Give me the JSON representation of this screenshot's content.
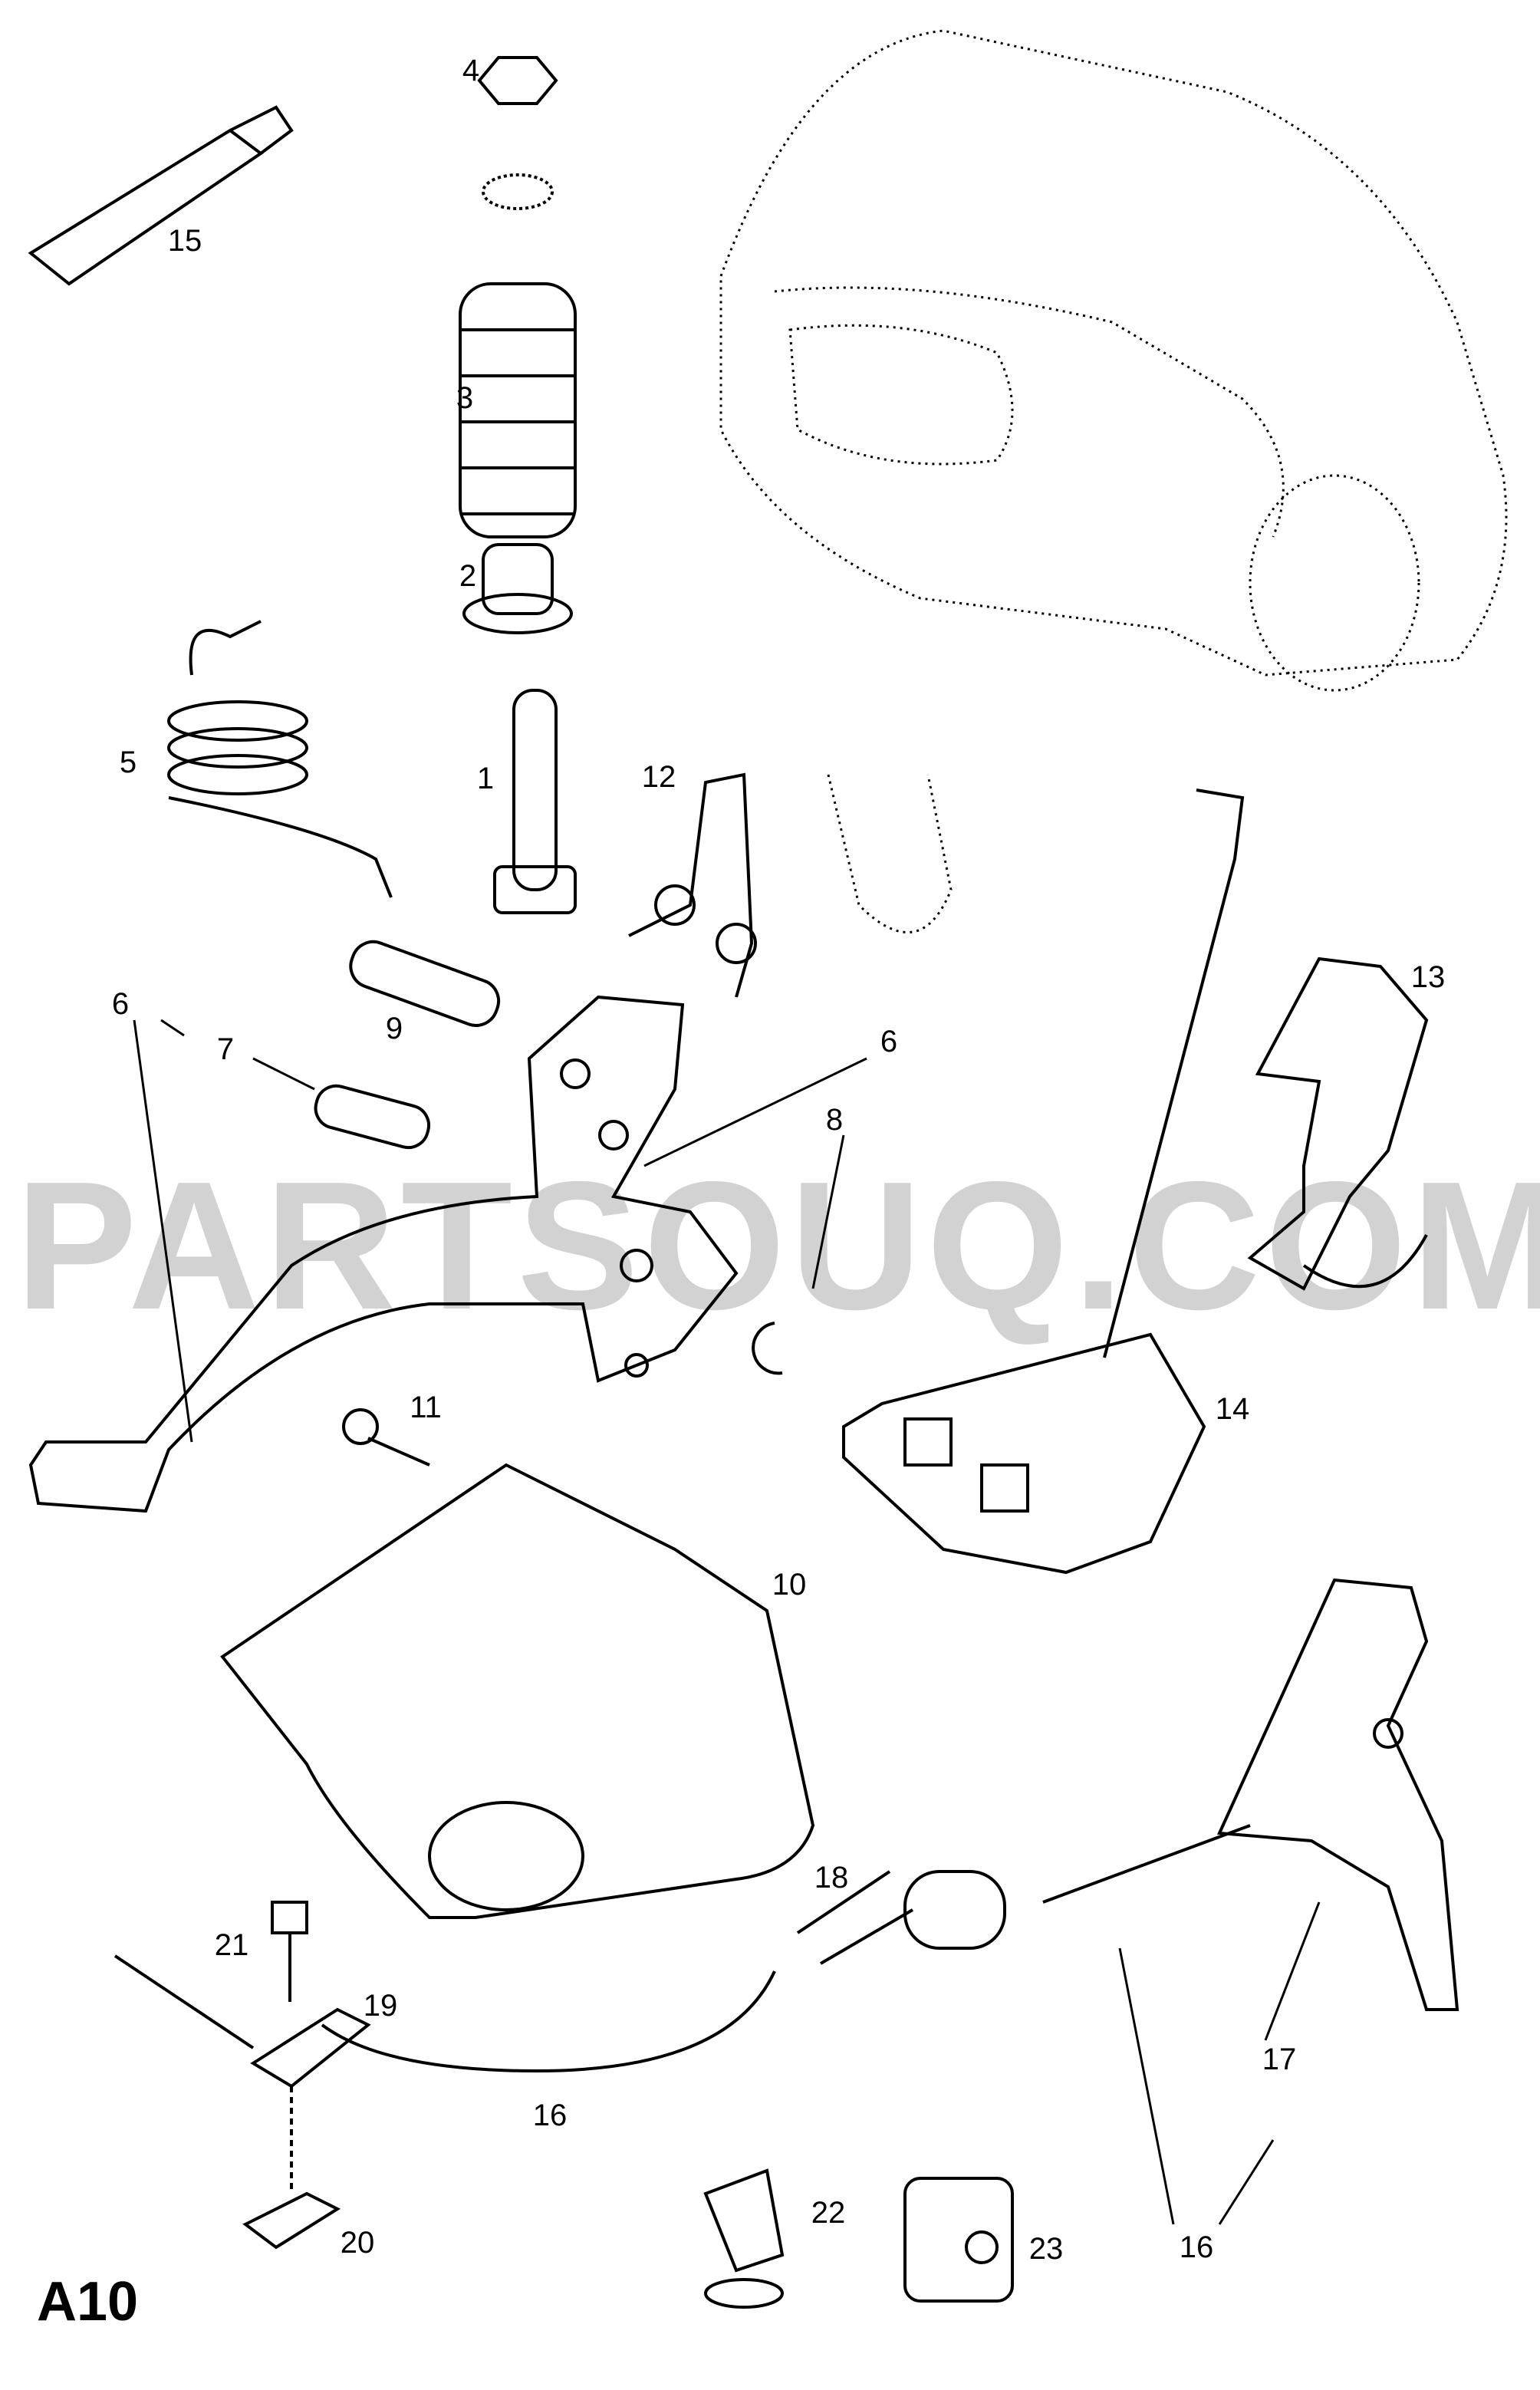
{
  "diagram": {
    "reference_code": "A10",
    "watermark": "PARTSOUQ.COM",
    "callouts": [
      {
        "id": "c15",
        "text": "15"
      },
      {
        "id": "c4",
        "text": "4"
      },
      {
        "id": "c3",
        "text": "3"
      },
      {
        "id": "c2",
        "text": "2"
      },
      {
        "id": "c5",
        "text": "5"
      },
      {
        "id": "c1",
        "text": "1"
      },
      {
        "id": "c12",
        "text": "12"
      },
      {
        "id": "c9",
        "text": "9"
      },
      {
        "id": "c6a",
        "text": "6"
      },
      {
        "id": "c7",
        "text": "7"
      },
      {
        "id": "c6b",
        "text": "6"
      },
      {
        "id": "c8",
        "text": "8"
      },
      {
        "id": "c13",
        "text": "13"
      },
      {
        "id": "c11",
        "text": "11"
      },
      {
        "id": "c14",
        "text": "14"
      },
      {
        "id": "c10",
        "text": "10"
      },
      {
        "id": "c18",
        "text": "18"
      },
      {
        "id": "c21",
        "text": "21"
      },
      {
        "id": "c19",
        "text": "19"
      },
      {
        "id": "c16a",
        "text": "16"
      },
      {
        "id": "c17",
        "text": "17"
      },
      {
        "id": "c22",
        "text": "22"
      },
      {
        "id": "c23",
        "text": "23"
      },
      {
        "id": "c16b",
        "text": "16"
      },
      {
        "id": "c20",
        "text": "20"
      }
    ]
  },
  "colors": {
    "line": "#000000",
    "watermark": "#d2d2d2"
  }
}
